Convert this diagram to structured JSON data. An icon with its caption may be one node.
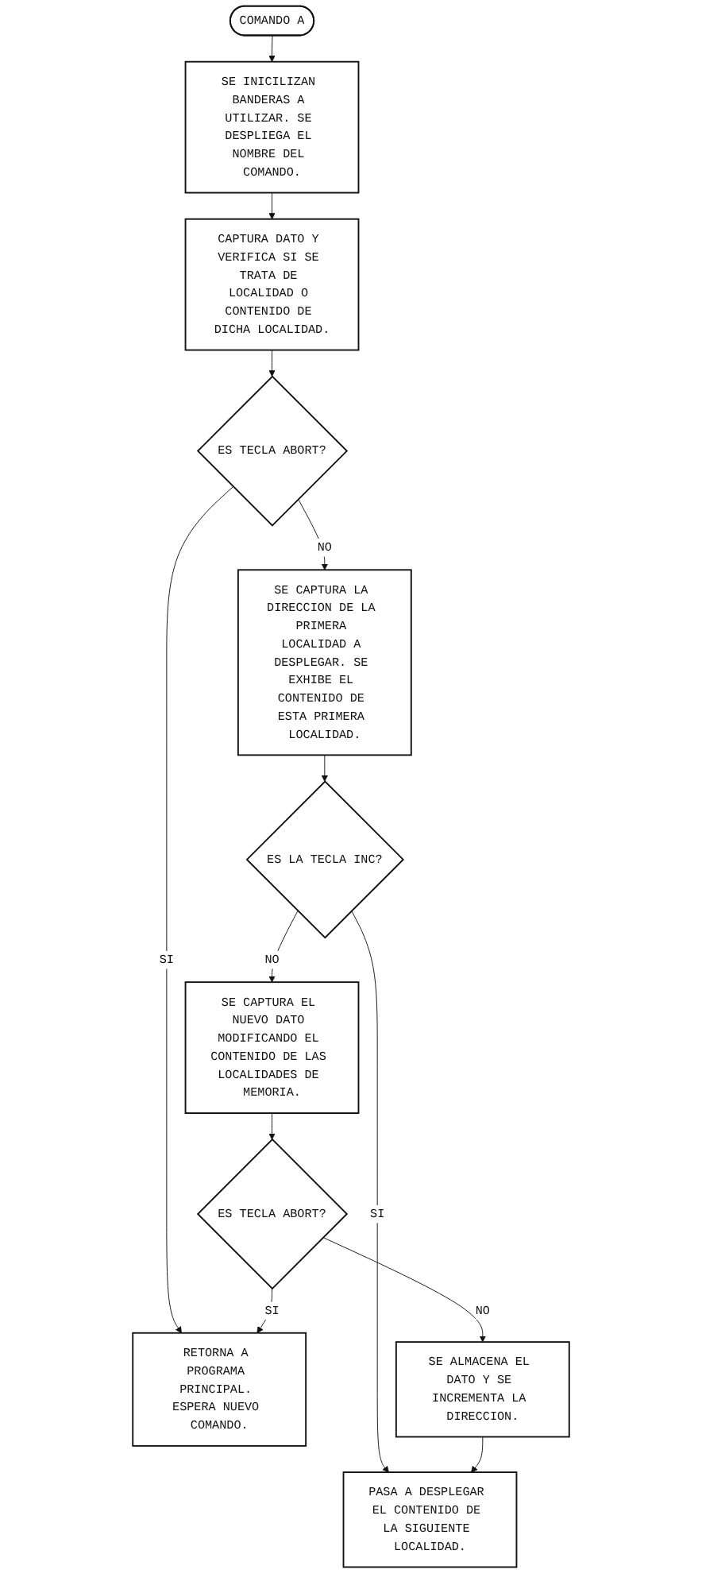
{
  "diagram": {
    "nodes": [
      {
        "text": [
          "COMANDO A"
        ]
      },
      {
        "text": [
          "SE INICILIZAN BANDERAS A UTILIZAR. SE DESPLIEGA EL NOMBRE DEL COMANDO."
        ]
      },
      {
        "text": [
          "CAPTURA DATO Y VERIFICA SI SE TRATA DE LOCALIDAD O CONTENIDO DE DICHA LOCALIDAD."
        ]
      },
      {
        "text": [
          "ES TECLA ABORT?"
        ]
      },
      {
        "text": [
          "RETORNA A PROGRAMA PRINCIPAL. ESPERA NUEVO COMANDO."
        ]
      },
      {
        "text": [
          "ES TECLA ABORT?"
        ]
      },
      {
        "text": [
          "SE CAPTURA LA DIRECCION DE LA PRIMERA LOCALIDAD A DESPLEGAR. SE EXHIBE EL CONTENIDO DE ESTA PRIMERA LOCALIDAD."
        ]
      },
      {
        "text": [
          "SE ALMACENA EL DATO Y SE INCREMENTA LA DIRECCION."
        ]
      },
      {
        "text": [
          "ES LA TECLA INC?"
        ]
      },
      {
        "text": [
          "PASA A DESPLEGAR EL CONTENIDO DE LA SIGUIENTE LOCALIDAD."
        ]
      },
      {
        "text": [
          "SE CAPTURA EL NUEVO DATO MODIFICANDO EL CONTENIDO DE LAS LOCALIDADES DE MEMORIA."
        ]
      }
    ],
    "edges": [
      {
        "from": 0,
        "to": 1,
        "arrow": "to"
      },
      {
        "from": 1,
        "to": 2,
        "arrow": "to"
      },
      {
        "from": 2,
        "to": 3,
        "arrow": "to"
      },
      {
        "from": 3,
        "to": 4,
        "label": "SI",
        "arrow": "to"
      },
      {
        "from": 5,
        "to": 4,
        "label": "SI",
        "arrow": "to"
      },
      {
        "from": 3,
        "to": 6,
        "label": "NO",
        "arrow": "to"
      },
      {
        "from": 5,
        "to": 7,
        "label": "NO",
        "arrow": "to"
      },
      {
        "from": 6,
        "to": 8,
        "arrow": "to"
      },
      {
        "from": 8,
        "to": 9,
        "label": "SI",
        "arrow": "to"
      },
      {
        "from": 7,
        "to": 9,
        "arrow": "to"
      },
      {
        "from": 8,
        "to": 10,
        "label": "NO",
        "arrow": "to"
      },
      {
        "from": 10,
        "to": 5,
        "arrow": "to"
      }
    ]
  }
}
